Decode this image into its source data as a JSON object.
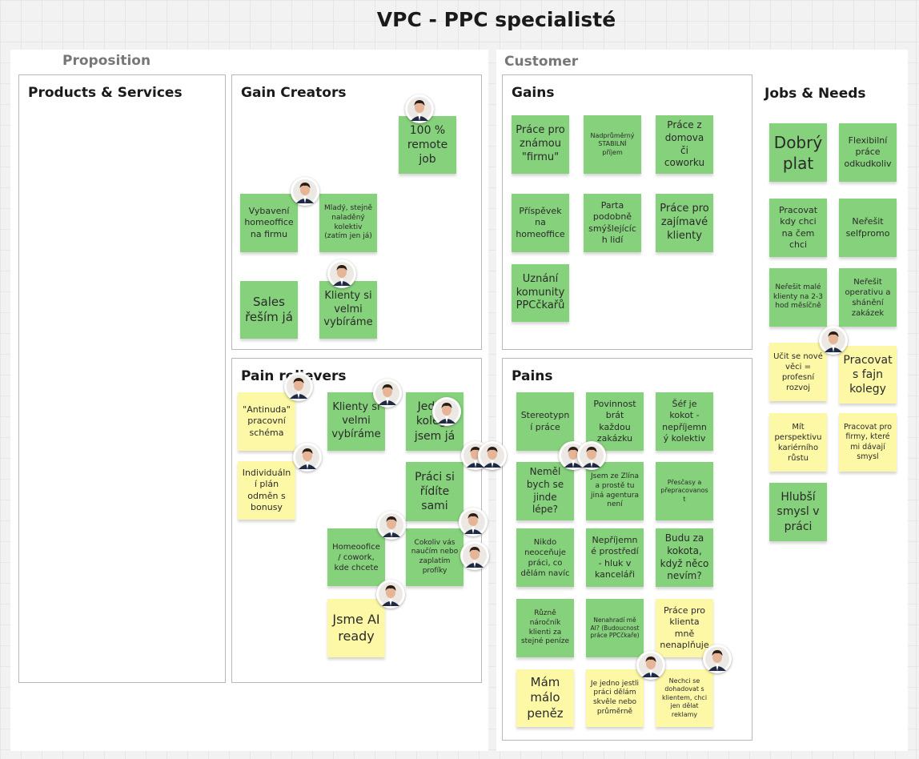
{
  "title": "VPC - PPC specialisté",
  "frames": {
    "proposition": "Proposition",
    "customer": "Customer"
  },
  "sections": {
    "products_services": "Products & Services",
    "gain_creators": "Gain Creators",
    "pain_relievers": "Pain relievers",
    "gains": "Gains",
    "pains": "Pains",
    "jobs_needs": "Jobs & Needs"
  },
  "notes": {
    "gain_creators": [
      {
        "text": "100 % remote job",
        "color": "green"
      },
      {
        "text": "Vybavení homeoffice na firmu",
        "color": "green"
      },
      {
        "text": "Mladý, stejně naladěný kolektiv (zatím jen já)",
        "color": "green"
      },
      {
        "text": "Sales řeším já",
        "color": "green"
      },
      {
        "text": "Klienty si velmi vybíráme",
        "color": "green"
      }
    ],
    "pain_relievers": [
      {
        "text": "\"Antinuda\" pracovní schéma",
        "color": "yellow"
      },
      {
        "text": "Klienty si velmi vybíráme",
        "color": "green"
      },
      {
        "text": "Jediný kolega jsem já",
        "color": "green"
      },
      {
        "text": "Individuální plán odměn s bonusy",
        "color": "yellow"
      },
      {
        "text": "Práci si řídíte sami",
        "color": "green"
      },
      {
        "text": "Homeoofice / cowork, kde chcete",
        "color": "green"
      },
      {
        "text": "Cokoliv vás naučím nebo zaplatím profíky",
        "color": "green"
      },
      {
        "text": "Jsme AI ready",
        "color": "yellow"
      }
    ],
    "gains": [
      {
        "text": "Práce pro známou \"firmu\"",
        "color": "green"
      },
      {
        "text": "Nadprůměrný STABILNÍ příjem",
        "color": "green"
      },
      {
        "text": "Práce z domova či coworku",
        "color": "green"
      },
      {
        "text": "Příspěvek na homeoffice",
        "color": "green"
      },
      {
        "text": "Parta podobně smýšlejících lidí",
        "color": "green"
      },
      {
        "text": "Práce pro zajímavé klienty",
        "color": "green"
      },
      {
        "text": "Uznání komunity PPCčkařů",
        "color": "green"
      }
    ],
    "pains": [
      {
        "text": "Stereotypní práce",
        "color": "green"
      },
      {
        "text": "Povinnost brát každou zakázku",
        "color": "green"
      },
      {
        "text": "Šéf je kokot - nepříjemný kolektiv",
        "color": "green"
      },
      {
        "text": "Neměl bych se jinde lépe?",
        "color": "green"
      },
      {
        "text": "Jsem ze Zlína a prostě tu jiná agentura není",
        "color": "green"
      },
      {
        "text": "Přesčasy a přepracovanost",
        "color": "green"
      },
      {
        "text": "Nikdo neoceňuje práci, co dělám navíc",
        "color": "green"
      },
      {
        "text": "Nepříjemné prostředí - hluk v kanceláři",
        "color": "green"
      },
      {
        "text": "Budu za kokota, když něco nevím?",
        "color": "green"
      },
      {
        "text": "Různě náročník klienti za stejné peníze",
        "color": "green"
      },
      {
        "text": "Nenahradí mě AI? (Budoucnost práce PPCčkaře)",
        "color": "green"
      },
      {
        "text": "Práce pro klienta mně nenaplňuje",
        "color": "yellow"
      },
      {
        "text": "Mám málo peněz",
        "color": "yellow"
      },
      {
        "text": "Je jedno jestli práci dělám skvěle nebo průměrně",
        "color": "yellow"
      },
      {
        "text": "Nechci se dohadovat s klientem, chci jen dělat reklamy",
        "color": "yellow"
      }
    ],
    "jobs": [
      {
        "text": "Dobrý plat",
        "color": "green"
      },
      {
        "text": "Flexibilní práce odkudkoliv",
        "color": "green"
      },
      {
        "text": "Pracovat kdy chci na čem chci",
        "color": "green"
      },
      {
        "text": "Neřešit selfpromo",
        "color": "green"
      },
      {
        "text": "Neřešit malé klienty na 2-3 hod měsíčně",
        "color": "green"
      },
      {
        "text": "Neřešit operativu a shánění zakázek",
        "color": "green"
      },
      {
        "text": "Učit se nové věci = profesní rozvoj",
        "color": "yellow"
      },
      {
        "text": "Pracovat s fajn kolegy",
        "color": "yellow"
      },
      {
        "text": "Mít perspektivu kariérního růstu",
        "color": "yellow"
      },
      {
        "text": "Pracovat pro firmy, které mi dávají smysl",
        "color": "yellow"
      },
      {
        "text": "Hlubší smysl v práci",
        "color": "green"
      }
    ]
  }
}
